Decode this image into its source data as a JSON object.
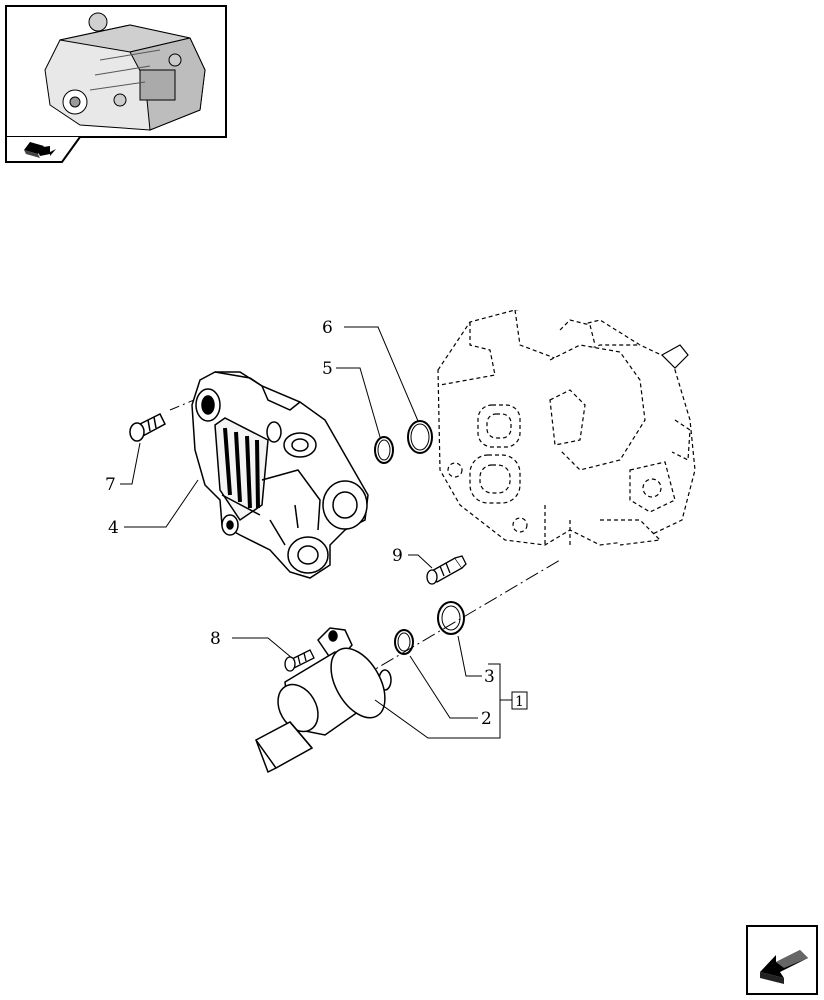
{
  "callouts": {
    "c1": "1",
    "c2": "2",
    "c3": "3",
    "c4": "4",
    "c5": "5",
    "c6": "6",
    "c7": "7",
    "c8": "8",
    "c9": "9"
  },
  "thumbnail": {
    "icon": "engine-thumbnail-icon",
    "tab_icon": "book-arrow-icon"
  },
  "nav": {
    "icon": "next-page-arrow-icon"
  }
}
